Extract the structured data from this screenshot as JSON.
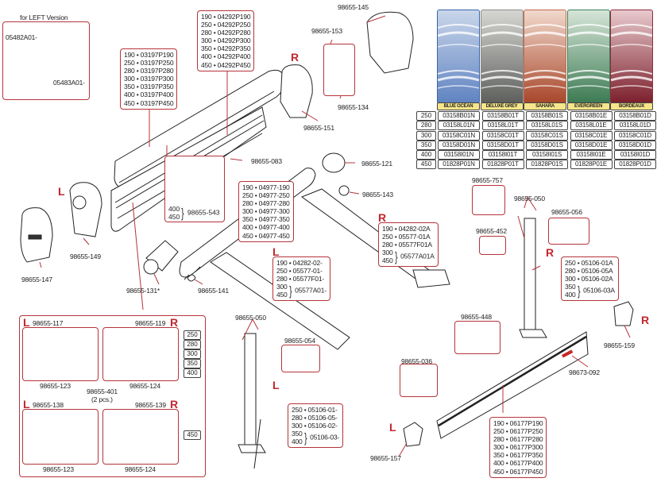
{
  "diagram": {
    "title": "Fiamma F45 awning exploded parts diagram",
    "accent_color": "#b5343a",
    "side_color": "#c0282e",
    "left_version": {
      "heading": "for LEFT Version",
      "parts": [
        "05482A01-",
        "05483A01-"
      ]
    },
    "top_profile_list": [
      "190 • 03197P190",
      "250 • 03197P250",
      "280 • 03197P280",
      "300 • 03197P300",
      "350 • 03197P350",
      "400 • 03197P400",
      "450 • 03197P450"
    ],
    "cover_list": [
      "190 • 04292P190",
      "250 • 04292P250",
      "280 • 04292P280",
      "300 • 04292P300",
      "350 • 04292P350",
      "400 • 04292P400",
      "450 • 04292P450"
    ],
    "roller_list": [
      "190 • 04977-190",
      "250 • 04977-250",
      "280 • 04977-280",
      "300 • 04977-300",
      "350 • 04977-350",
      "400 • 04977-400",
      "450 • 04977-450"
    ],
    "arm_right_list": {
      "rows": [
        "190 • 04282-02A",
        "250 • 05577-01A",
        "280 • 05577F01A"
      ],
      "group_sizes": [
        "300",
        "450"
      ],
      "group_part": "05577A01A"
    },
    "arm_left_list": {
      "rows": [
        "190 •  04282-02-",
        "250 •  05577-01-",
        "280 •  05577F01-"
      ],
      "group_sizes": [
        "300",
        "450"
      ],
      "group_part": "05577A01-"
    },
    "leg_right_list": {
      "rows": [
        "250 • 05106-01A",
        "280 • 05106-05A",
        "300 • 05106-02A"
      ],
      "group_sizes": [
        "350",
        "400"
      ],
      "group_part": "05106-03A"
    },
    "leg_left_list": {
      "rows": [
        "250 • 05106-01-",
        "280 • 05106-05-",
        "300 • 05106-02-"
      ],
      "group_sizes": [
        "350",
        "400"
      ],
      "group_part": "05106-03-"
    },
    "front_bar_list": [
      "190 • 06177P190",
      "250 • 06177P250",
      "280 • 06177P280",
      "300 • 06177P300",
      "350 • 06177P350",
      "400 • 06177P400",
      "450 • 06177P450"
    ],
    "bracket_543": {
      "sizes": [
        "400",
        "450"
      ],
      "part": "98655-543"
    },
    "part_labels": {
      "p145": "98655-145",
      "p153": "98655-153",
      "p134": "98655-134",
      "p151": "98655-151",
      "p083": "98655-083",
      "p121": "98655-121",
      "p143": "98655-143",
      "p149": "98655-149",
      "p147": "98655-147",
      "p131": "98655-131*",
      "p141": "98655-141",
      "p757": "98655-757",
      "p050a": "98655-050",
      "p056": "98655-056",
      "p452": "98655-452",
      "p050b": "98655-050",
      "p054": "98655-054",
      "p448": "98655-448",
      "p036": "98655-036",
      "p159": "98655-159",
      "p092": "98673-092",
      "p157": "98655-157"
    },
    "side_markers": {
      "right": "R",
      "left": "L"
    },
    "end_caps": {
      "small_sizes": [
        "250",
        "280",
        "300",
        "350",
        "400"
      ],
      "large_sizes": [
        "450"
      ],
      "p117": "98655-117",
      "p119": "98655-119",
      "p123a": "98655-123",
      "p124a": "98655-124",
      "p401": "98655-401",
      "p401_note": "(2 pcs.)",
      "p138": "98655-138",
      "p139": "98655-139",
      "p123b": "98655-123",
      "p124b": "98655-124"
    },
    "fabrics": {
      "colors": [
        {
          "name": "BLUE OCEAN",
          "top": "#c9d6ea",
          "bottom": "#5f83c1",
          "border": "#3a64a8"
        },
        {
          "name": "DELUXE GREY",
          "top": "#d6d6d2",
          "bottom": "#5d5f5c",
          "border": "#8b8b88"
        },
        {
          "name": "SAHARA",
          "top": "#f1d9cc",
          "bottom": "#a8462a",
          "border": "#c06a4e"
        },
        {
          "name": "EVERGREEN",
          "top": "#d6e5d8",
          "bottom": "#3b7a52",
          "border": "#3d7f5b"
        },
        {
          "name": "BORDEAUX",
          "top": "#e8c9cd",
          "bottom": "#7b1f2b",
          "border": "#8e2b3a"
        }
      ],
      "table": [
        {
          "size": "250",
          "codes": [
            "03158B01N",
            "03158B01T",
            "03158B01S",
            "03158B01E",
            "03158B01D"
          ]
        },
        {
          "size": "280",
          "codes": [
            "03158L01N",
            "03158L01T",
            "03158L01S",
            "03158L01E",
            "03158L01D"
          ]
        },
        {
          "size": "300",
          "codes": [
            "03158C01N",
            "03158C01T",
            "03158C01S",
            "03158C01E",
            "03158C01D"
          ]
        },
        {
          "size": "350",
          "codes": [
            "03158D01N",
            "03158D01T",
            "03158D01S",
            "03158D01E",
            "03158D01D"
          ]
        },
        {
          "size": "400",
          "codes": [
            "03158I01N",
            "03158I01T",
            "03158I01S",
            "03158I01E",
            "03158I01D"
          ]
        },
        {
          "size": "450",
          "codes": [
            "01828P01N",
            "01828P01T",
            "01828P01S",
            "01828P01E",
            "01828P01D"
          ]
        }
      ]
    }
  }
}
